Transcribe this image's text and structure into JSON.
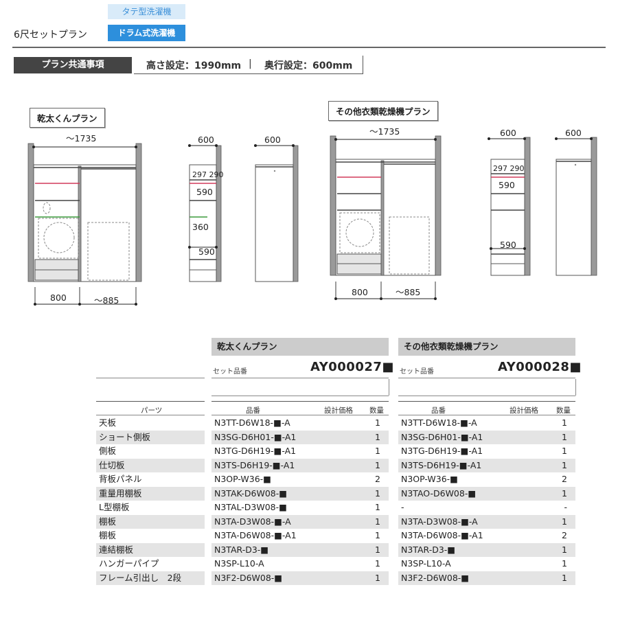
{
  "header": {
    "plan_name": "6尺セットプラン",
    "tab_vertical": "タテ型洗濯機",
    "tab_drum": "ドラム式洗濯機"
  },
  "common": {
    "tag": "プラン共通事項",
    "height": "高さ設定：1990mm",
    "separator": "|",
    "depth": "奥行設定：600mm"
  },
  "diagrams": {
    "plan1_label": "乾太くんプラン",
    "plan2_label": "その他衣類乾燥機プラン",
    "width_total": "～1735",
    "width_left": "800",
    "width_right": "～885",
    "depth": "600",
    "dim_297_290": "297 290",
    "dim_590": "590",
    "dim_360": "360",
    "dim_590_bottom": "590"
  },
  "table": {
    "plans": [
      {
        "title": "乾太くんプラン",
        "set_label": "セット品番",
        "set_no": "AY000027■",
        "col_part_no": "品番",
        "col_price": "設計価格",
        "col_qty": "数量"
      },
      {
        "title": "その他衣類乾燥機プラン",
        "set_label": "セット品番",
        "set_no": "AY000028■",
        "col_part_no": "品番",
        "col_price": "設計価格",
        "col_qty": "数量"
      }
    ],
    "parts_header": "パーツ",
    "rows": [
      {
        "part": "天板",
        "p1": "N3TT-D6W18-■-A",
        "q1": "1",
        "p2": "N3TT-D6W18-■-A",
        "q2": "1"
      },
      {
        "part": "ショート側板",
        "p1": "N3SG-D6H01-■-A1",
        "q1": "1",
        "p2": "N3SG-D6H01-■-A1",
        "q2": "1"
      },
      {
        "part": "側板",
        "p1": "N3TG-D6H19-■-A1",
        "q1": "1",
        "p2": "N3TG-D6H19-■-A1",
        "q2": "1"
      },
      {
        "part": "仕切板",
        "p1": "N3TS-D6H19-■-A1",
        "q1": "1",
        "p2": "N3TS-D6H19-■-A1",
        "q2": "1"
      },
      {
        "part": "背板パネル",
        "p1": "N3OP-W36-■",
        "q1": "2",
        "p2": "N3OP-W36-■",
        "q2": "2"
      },
      {
        "part": "重量用棚板",
        "p1": "N3TAK-D6W08-■",
        "q1": "1",
        "p2": "N3TAO-D6W08-■",
        "q2": "1"
      },
      {
        "part": "L型棚板",
        "p1": "N3TAL-D3W08-■",
        "q1": "1",
        "p2": "-",
        "q2": "-"
      },
      {
        "part": "棚板",
        "p1": "N3TA-D3W08-■-A",
        "q1": "1",
        "p2": "N3TA-D3W08-■-A",
        "q2": "1"
      },
      {
        "part": "棚板",
        "p1": "N3TA-D6W08-■-A1",
        "q1": "1",
        "p2": "N3TA-D6W08-■-A1",
        "q2": "2"
      },
      {
        "part": "連結棚板",
        "p1": "N3TAR-D3-■",
        "q1": "1",
        "p2": "N3TAR-D3-■",
        "q2": "1"
      },
      {
        "part": "ハンガーパイプ",
        "p1": "N3SP-L10-A",
        "q1": "1",
        "p2": "N3SP-L10-A",
        "q2": "1"
      },
      {
        "part": "フレーム引出し　2段",
        "p1": "N3F2-D6W08-■",
        "q1": "1",
        "p2": "N3F2-D6W08-■",
        "q2": "1"
      }
    ]
  }
}
